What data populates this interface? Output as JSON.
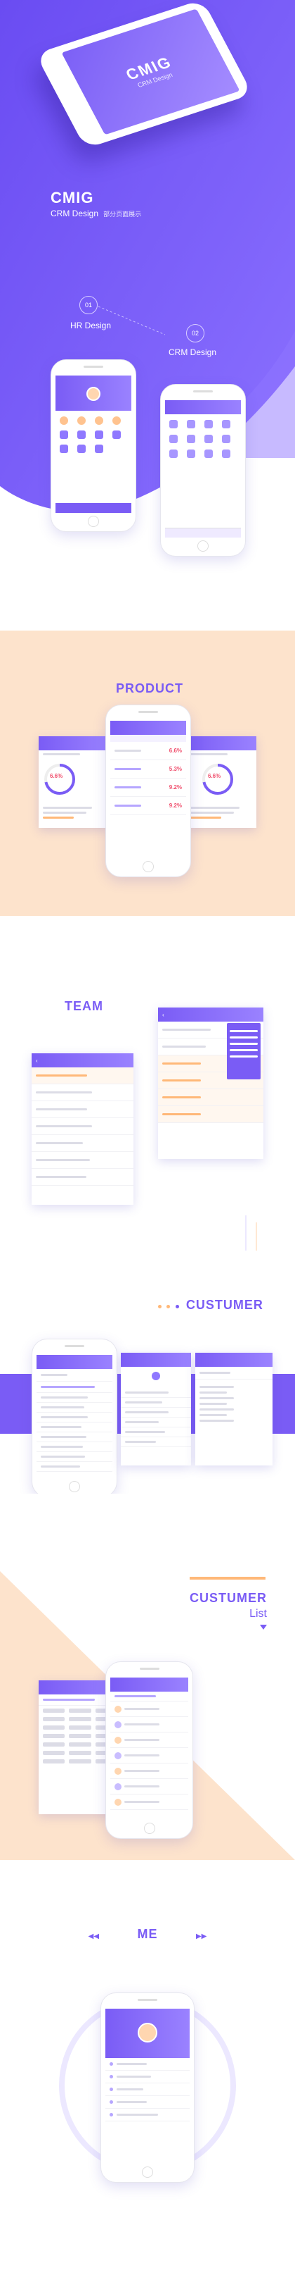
{
  "hero": {
    "logo": "CMIG",
    "logo_sub": "CRM Design",
    "brand": "CMIG",
    "subtitle_en": "CRM Design",
    "subtitle_cn": "部分页面展示",
    "step1_num": "01",
    "step1_label": "HR Design",
    "step2_num": "02",
    "step2_label": "CRM Design"
  },
  "sections": {
    "product": "PRODUCT",
    "team": "TEAM",
    "customer": "CUSTUMER",
    "customer_list_1": "CUSTUMER",
    "customer_list_2": "List",
    "me": "ME"
  },
  "product": {
    "percent_left": "6.6%",
    "percent_mid": "6.6%",
    "percent_right": "6.6%",
    "mid_values": [
      "5.3%",
      "9.2%",
      "9.2%"
    ]
  },
  "colors": {
    "accent": "#7a5cf5",
    "peach": "#fde3cc",
    "lavender": "#eeeaff"
  }
}
